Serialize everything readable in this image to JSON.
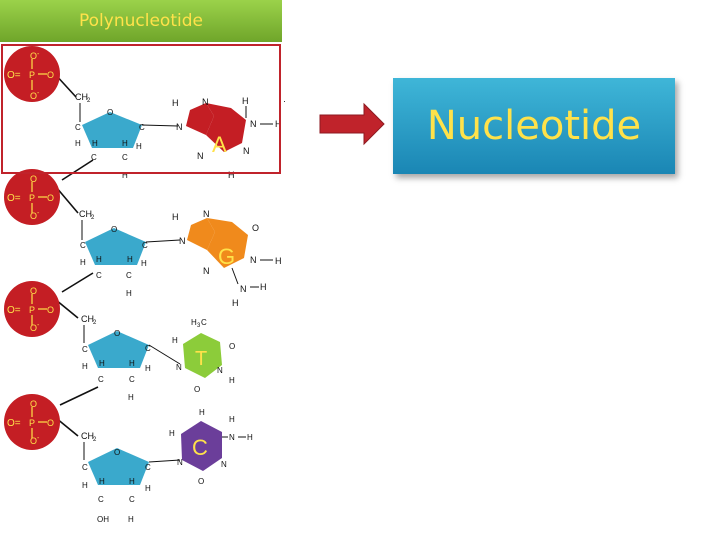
{
  "title": "Polynucleotide",
  "result_label": "Nucleotide",
  "colors": {
    "phosphate": "#c41e24",
    "sugar": "#3aa9cc",
    "adenine": "#c41e24",
    "guanine": "#f08a1c",
    "thymine": "#8ccc3a",
    "cytosine": "#6b3e9a",
    "accent_text": "#ffe24a",
    "arrow": "#c0232b"
  },
  "phosphate": {
    "o_minus": "O",
    "minus": "-",
    "o_double": "O=",
    "p": "P",
    "o": "O"
  },
  "sugar": {
    "ch2": "CH",
    "sub2": "2",
    "o": "O",
    "c": "C",
    "h": "H",
    "oh": "OH"
  },
  "atoms": {
    "h": "H",
    "n": "N",
    "o": "O",
    "h3c": "H",
    "sub3": "3",
    "c": "C",
    "dash": "—",
    "cminus": "C",
    "tick": "·"
  },
  "bases": {
    "a": "A",
    "g": "G",
    "t": "T",
    "c": "C"
  }
}
